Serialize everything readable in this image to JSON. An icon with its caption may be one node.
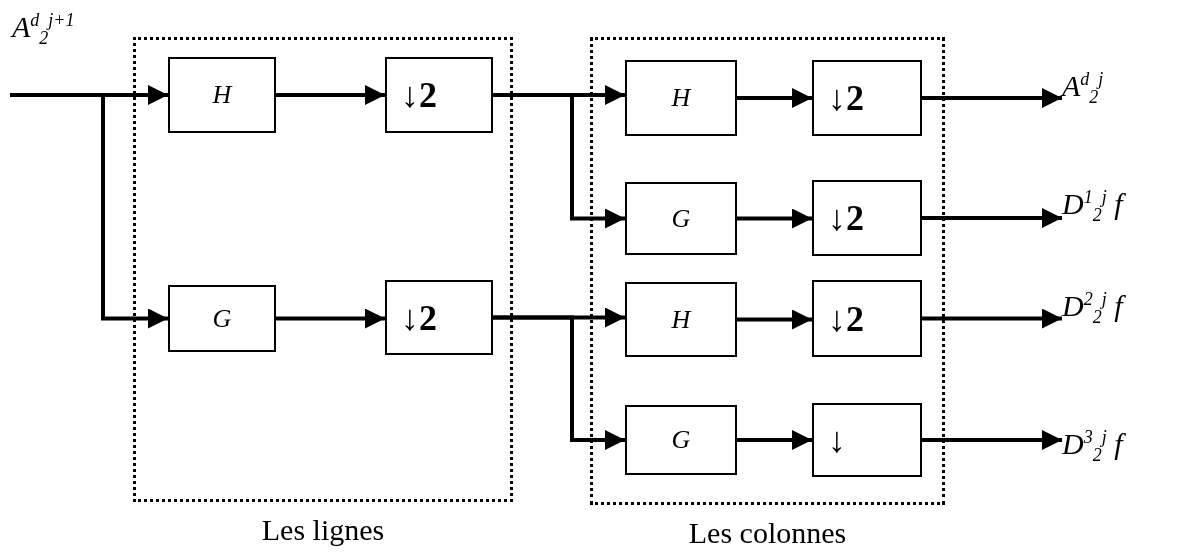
{
  "diagram": {
    "nodes": [
      {
        "text": [
          "Les lignes"
        ]
      },
      {
        "text": [
          "H"
        ],
        "in": 0
      },
      {
        "text": [
          "↓2"
        ],
        "in": 0
      },
      {
        "text": [
          "G"
        ],
        "in": 0
      },
      {
        "text": [
          "↓2"
        ],
        "in": 0
      },
      {
        "text": [
          "Les colonnes"
        ]
      },
      {
        "text": [
          "H"
        ],
        "in": 5
      },
      {
        "text": [
          "↓2"
        ],
        "in": 5
      },
      {
        "text": [
          "G"
        ],
        "in": 5
      },
      {
        "text": [
          "↓2"
        ],
        "in": 5
      },
      {
        "text": [
          "H"
        ],
        "in": 5
      },
      {
        "text": [
          "↓2"
        ],
        "in": 5
      },
      {
        "text": [
          "G"
        ],
        "in": 5
      },
      {
        "text": [
          "↓"
        ],
        "in": 5
      },
      {
        "text": [
          "A$^{d}$$_{2}$$^{j}$"
        ]
      },
      {
        "text": [
          "D$^{1}$$_{2}$$^{j}$ f"
        ]
      },
      {
        "text": [
          "D$^{2}$$_{2}$$^{j}$ f"
        ]
      },
      {
        "text": [
          "D$^{3}$$_{2}$$^{j}$ f"
        ]
      }
    ],
    "edges": [
      {
        "from": null,
        "to": 1,
        "arrow": "to"
      },
      {
        "from": null,
        "to": 3,
        "arrow": "to"
      },
      {
        "from": 1,
        "to": 2,
        "arrow": "to"
      },
      {
        "from": 3,
        "to": 4,
        "arrow": "to"
      },
      {
        "from": 2,
        "to": 6,
        "arrow": "to"
      },
      {
        "from": 2,
        "to": 8,
        "arrow": "to"
      },
      {
        "from": 4,
        "to": 10,
        "arrow": "to"
      },
      {
        "from": 4,
        "to": 12,
        "arrow": "to"
      },
      {
        "from": 6,
        "to": 7,
        "arrow": "to"
      },
      {
        "from": 8,
        "to": 9,
        "arrow": "to"
      },
      {
        "from": 10,
        "to": 11,
        "arrow": "to"
      },
      {
        "from": 12,
        "to": 13,
        "arrow": "to"
      },
      {
        "from": 7,
        "to": 14,
        "arrow": "to"
      },
      {
        "from": 9,
        "to": 15,
        "arrow": "to"
      },
      {
        "from": 11,
        "to": 16,
        "arrow": "to"
      },
      {
        "from": 13,
        "to": 17,
        "arrow": "to"
      }
    ],
    "labels": [
      "A$^{d}$$_{2}$$^{j+1}$"
    ]
  }
}
